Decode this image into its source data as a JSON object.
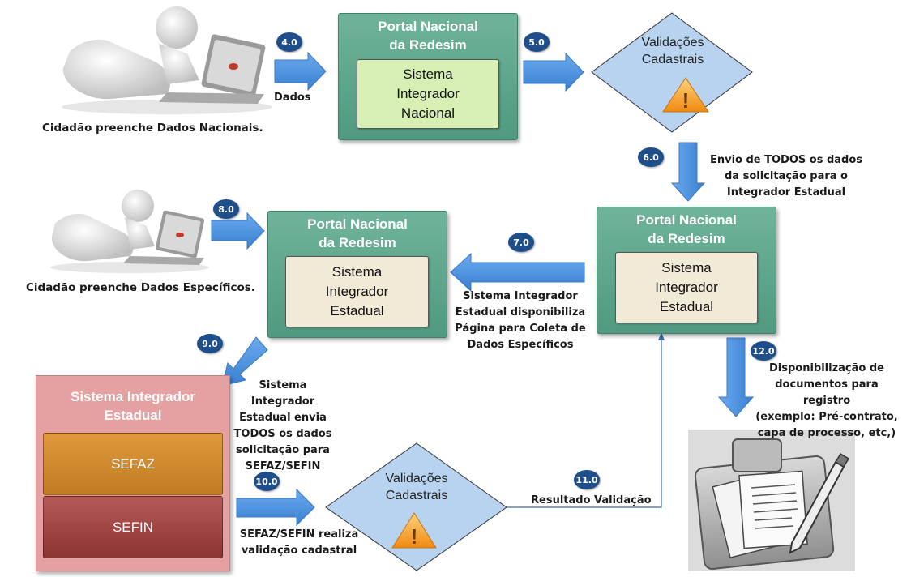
{
  "people": {
    "national_caption": "Cidadão preenche Dados Nacionais.",
    "specific_caption": "Cidadão preenche Dados Específicos."
  },
  "portal_top": {
    "title": "Portal Nacional\nda Redesim",
    "inner": "Sistema\nIntegrador\nNacional"
  },
  "portal_mid_left": {
    "title": "Portal Nacional\nda Redesim",
    "inner": "Sistema\nIntegrador\nEstadual"
  },
  "portal_mid_right": {
    "title": "Portal Nacional\nda Redesim",
    "inner": "Sistema\nIntegrador\nEstadual"
  },
  "validation_top": {
    "label": "Validações\nCadastrais"
  },
  "validation_bottom": {
    "label": "Validações\nCadastrais"
  },
  "sistema_estadual": {
    "title": "Sistema Integrador\nEstadual",
    "sefaz": "SEFAZ",
    "sefin": "SEFIN"
  },
  "steps": [
    {
      "num": "4.0",
      "text": "Dados"
    },
    {
      "num": "5.0",
      "text": ""
    },
    {
      "num": "6.0",
      "text": "Envio de TODOS os dados\nda solicitação para o\nIntegrador Estadual"
    },
    {
      "num": "7.0",
      "text": "Sistema Integrador\nEstadual disponibiliza\nPágina para Coleta de\nDados Específicos"
    },
    {
      "num": "8.0",
      "text": ""
    },
    {
      "num": "9.0",
      "text": "Sistema Integrador\nEstadual envia\nTODOS os dados\nsolicitação para\nSEFAZ/SEFIN"
    },
    {
      "num": "10.0",
      "text": "SEFAZ/SEFIN realiza\nvalidação cadastral"
    },
    {
      "num": "11.0",
      "text": "Resultado Validação"
    },
    {
      "num": "12.0",
      "text": "Disponibilização de\ndocumentos para registro\n(exemplo: Pré-contrato,\ncapa de processo, etc,)"
    }
  ],
  "colors": {
    "arrow": "#4a90d9",
    "portal": "#5fa78c",
    "badge": "#1f4f8a",
    "diamond": "#b8d3f0",
    "sistema_box": "#e5a1a1"
  }
}
